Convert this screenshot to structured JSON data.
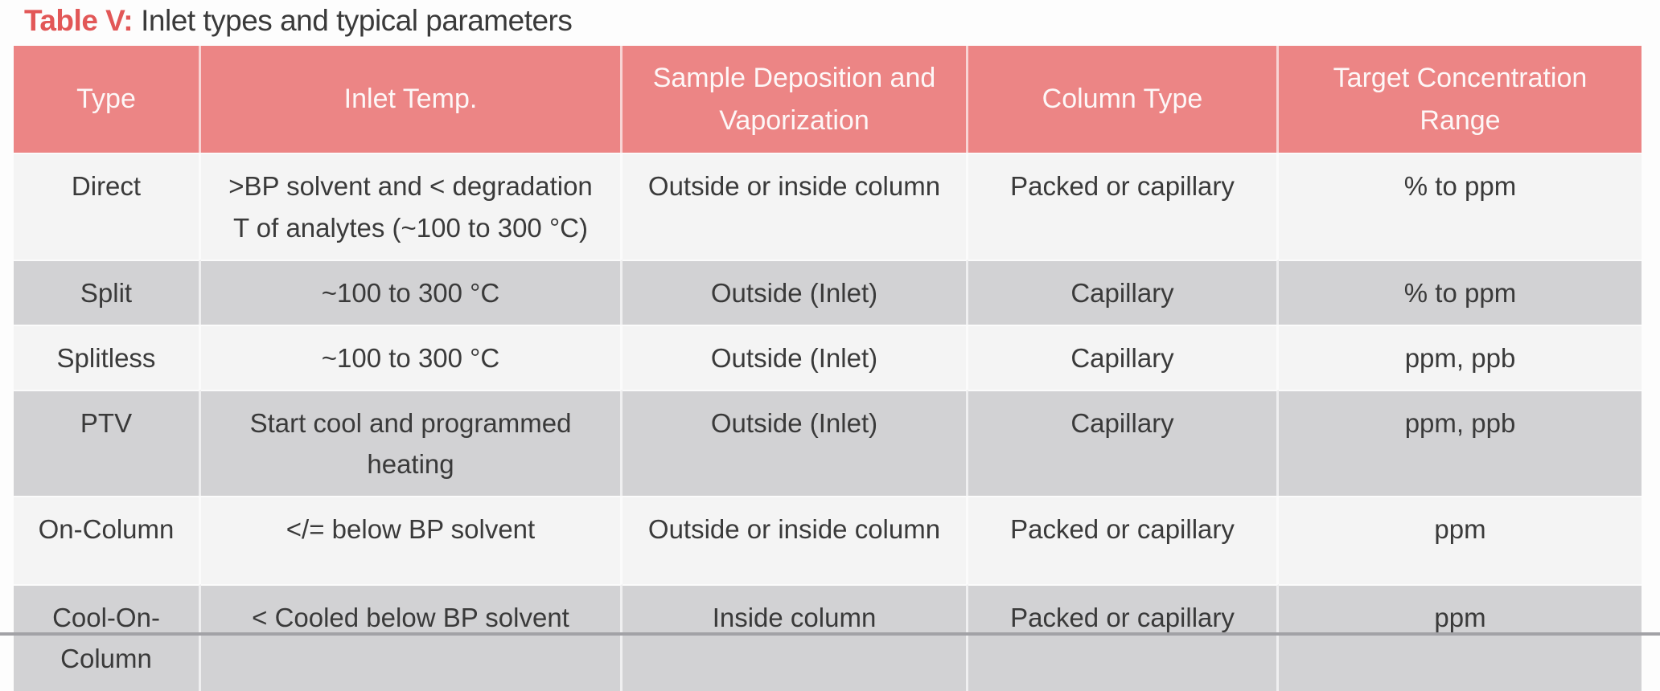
{
  "title": {
    "label": "Table V:",
    "text": "Inlet types and typical parameters"
  },
  "table": {
    "columns": [
      "Type",
      "Inlet Temp.",
      "Sample Deposition and Vaporization",
      "Column Type",
      "Target Concentration Range"
    ],
    "rows": [
      {
        "cells": [
          "Direct",
          ">BP solvent and < degradation T of analytes (~100 to 300 °C)",
          "Outside or inside column",
          "Packed or capillary",
          "% to ppm"
        ]
      },
      {
        "cells": [
          "Split",
          "~100 to 300 °C",
          "Outside (Inlet)",
          "Capillary",
          "% to ppm"
        ]
      },
      {
        "cells": [
          "Splitless",
          "~100 to 300 °C",
          "Outside (Inlet)",
          "Capillary",
          "ppm, ppb"
        ]
      },
      {
        "cells": [
          "PTV",
          "Start cool and programmed heating",
          "Outside (Inlet)",
          "Capillary",
          "ppm, ppb"
        ]
      },
      {
        "cells": [
          "On-Column",
          "</= below BP solvent",
          "Outside or inside column",
          "Packed or capillary",
          "ppm"
        ]
      },
      {
        "cells": [
          "Cool-On-Column",
          "< Cooled below BP solvent",
          "Inside column",
          "Packed or capillary",
          "ppm"
        ]
      }
    ]
  },
  "colors": {
    "title-accent": "#e25757",
    "header-bg": "#ec8585",
    "header-text": "#fdf7f7",
    "row-light": "#f4f4f4",
    "row-dark": "#d2d2d4",
    "body-text": "#3a3a3a",
    "bottom-line": "#a2a2a6"
  }
}
